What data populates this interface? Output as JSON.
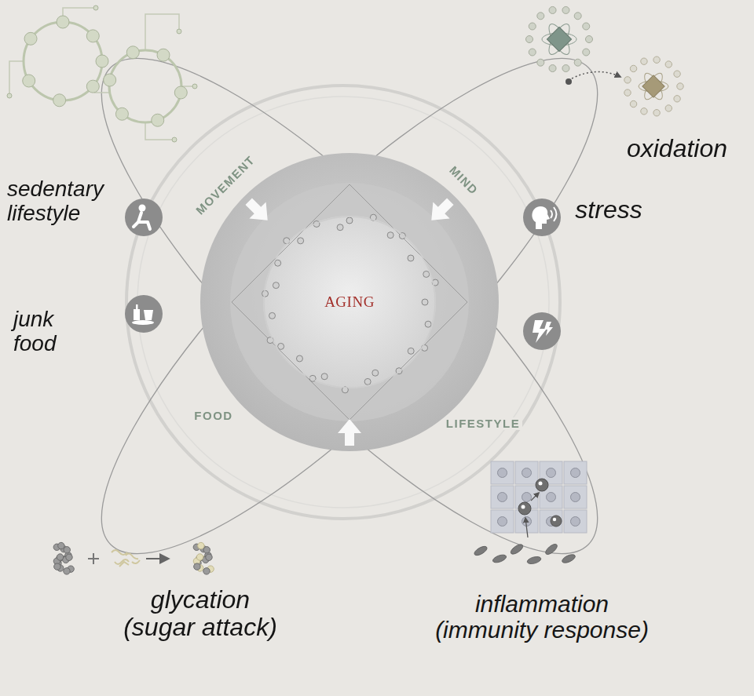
{
  "diagram": {
    "nodes": [
      {
        "text": [
          "AGING"
        ]
      }
    ],
    "labels": [
      "MOVEMENT",
      "MIND",
      "oxidation",
      "sedentary lifestyle",
      "stress",
      "junk food",
      "FOOD",
      "LIFESTYLE",
      "glycation (sugar attack)",
      "inflammation (immunity response)"
    ]
  }
}
